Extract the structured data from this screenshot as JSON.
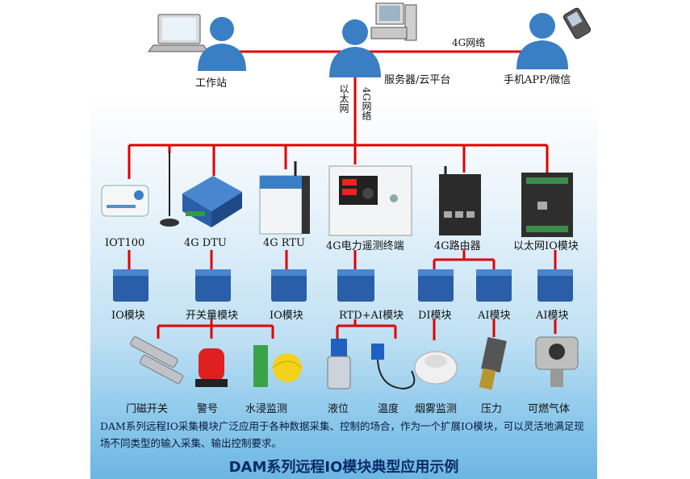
{
  "top": {
    "workstation": "工作站",
    "server": "服务器/云平台",
    "phone": "手机APP/微信",
    "link_4g": "4G网络",
    "vertical_left": "以太网",
    "vertical_right": "4G网络"
  },
  "gateways": [
    "IOT100",
    "4G DTU",
    "4G RTU",
    "4G电力遥测终端",
    "4G路由器",
    "以太网IO模块"
  ],
  "modules": [
    "IO模块",
    "开关量模块",
    "IO模块",
    "RTD+AI模块",
    "DI模块",
    "AI模块",
    "AI模块"
  ],
  "sensors": [
    "门磁开关",
    "警号",
    "水浸监测",
    "液位",
    "温度",
    "烟雾监测",
    "压力",
    "可燃气体"
  ],
  "description": "DAM系列远程IO采集模块广泛应用于各种数据采集、控制的场合，作为一个扩展IO模块，可以灵活地满足现场不同类型的输入采集、输出控制要求。",
  "footer": "DAM系列远程IO模块典型应用示例",
  "colors": {
    "line": "#e00000",
    "panel_bottom": "#6cb6e2",
    "person": "#3a7fc4",
    "module": "#2a5ea8"
  }
}
